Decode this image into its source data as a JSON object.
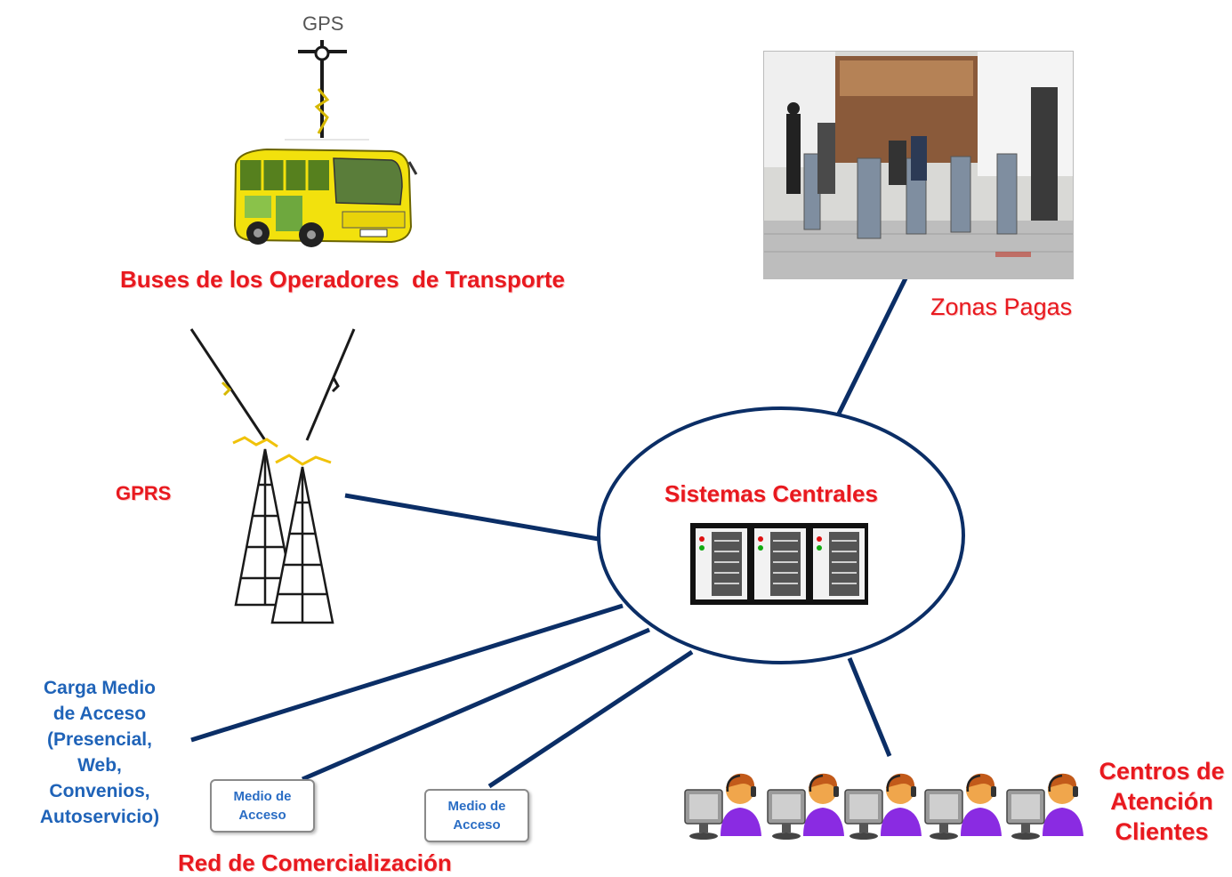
{
  "labels": {
    "gps": "GPS",
    "buses": "Buses de los Operadores  de Transporte",
    "zonas": "Zonas Pagas",
    "gprs": "GPRS",
    "sistemas": "Sistemas Centrales",
    "carga": [
      "Carga Medio",
      "de Acceso",
      "(Presencial,",
      "Web,",
      "Convenios,",
      "Autoservicio)"
    ],
    "medio1": [
      "Medio de",
      "Acceso"
    ],
    "medio2": [
      "Medio de",
      "Acceso"
    ],
    "red": "Red de Comercialización",
    "centros": [
      "Centros de",
      "Atención",
      "Clientes"
    ]
  },
  "colors": {
    "line": "#0b2e66",
    "red_label": "#e8191f",
    "blue_label": "#1f63b8",
    "bus_yellow": "#f2e10d",
    "bus_green": "#4c9a2a",
    "agent_purple": "#8a2be2",
    "agent_orange": "#d9692a"
  },
  "icons": [
    "gps-antenna-icon",
    "bus-icon",
    "radio-tower-icon",
    "server-rack-icon",
    "call-center-agent-icon",
    "turnstile-photo"
  ]
}
